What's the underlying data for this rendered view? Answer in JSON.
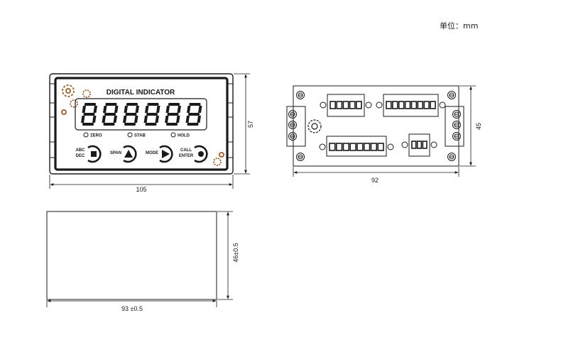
{
  "unit": "单位：mm",
  "front_view": {
    "brand_text": "DIGITAL INDICATOR",
    "display_digits": "888888",
    "indicators": [
      "ZERO",
      "STAB",
      "HOLD"
    ],
    "buttons": [
      {
        "label_top": "ABC",
        "label_bottom": "DEC",
        "icon": "stop-square-icon"
      },
      {
        "label_top": "SPAN",
        "label_bottom": "",
        "icon": "up-triangle-icon"
      },
      {
        "label_top": "MODE",
        "label_bottom": "",
        "icon": "right-triangle-icon"
      },
      {
        "label_top": "CALL",
        "label_bottom": "ENTER",
        "icon": "enter-dot-icon"
      }
    ],
    "width_dim": "105",
    "height_dim": "57"
  },
  "rear_view": {
    "width_dim": "92",
    "height_dim": "45",
    "terminal_blocks": [
      {
        "name": "top-left",
        "pins": 5
      },
      {
        "name": "top-right",
        "pins": 8
      },
      {
        "name": "bottom-left",
        "pins": 8
      },
      {
        "name": "bottom-right",
        "pins": 3
      }
    ]
  },
  "cutout_view": {
    "width_dim": "93 ±0.5",
    "height_dim": "46±0.5"
  },
  "colors": {
    "line": "#1a1a1a",
    "gear": "#a06a3a"
  }
}
